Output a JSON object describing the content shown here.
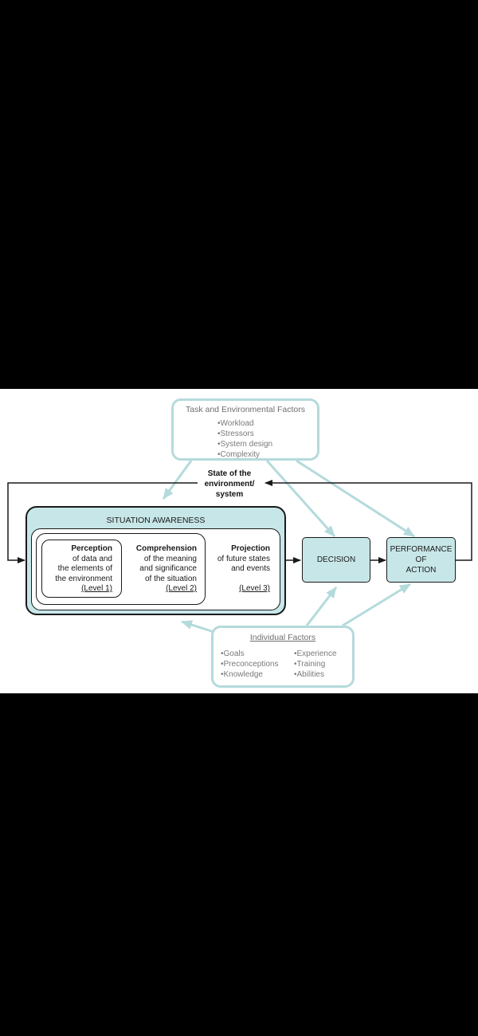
{
  "task_factors": {
    "title": "Task and Environmental Factors",
    "items": [
      "Workload",
      "Stressors",
      "System design",
      "Complexity"
    ]
  },
  "state": {
    "line1": "State of the",
    "line2": "environment/",
    "line3": "system"
  },
  "situation_awareness": {
    "title": "SITUATION AWARENESS",
    "perception": {
      "heading": "Perception",
      "line1": "of data and",
      "line2": "the elements of",
      "line3": "the environment",
      "level": "(Level 1)"
    },
    "comprehension": {
      "heading": "Comprehension",
      "line1": "of the meaning",
      "line2": "and significance",
      "line3": "of the situation",
      "level": "(Level 2)"
    },
    "projection": {
      "heading": "Projection",
      "line1": "of future states",
      "line2": "and events",
      "level": "(Level 3)"
    }
  },
  "decision": {
    "label": "DECISION"
  },
  "performance": {
    "line1": "PERFORMANCE",
    "line2": "OF",
    "line3": "ACTION"
  },
  "individual_factors": {
    "title": "Individual Factors",
    "left_items": [
      "Goals",
      "Preconceptions",
      "Knowledge"
    ],
    "right_items": [
      "Experience",
      "Training",
      "Abilities"
    ]
  },
  "colors": {
    "page_background": "#000000",
    "figure_background": "#ffffff",
    "teal_fill": "#c7e6e8",
    "teal_border": "#b5dadc",
    "teal_arrow": "#b5dadc",
    "ink": "#1a1a1a",
    "factor_text": "#7a7a7a"
  }
}
